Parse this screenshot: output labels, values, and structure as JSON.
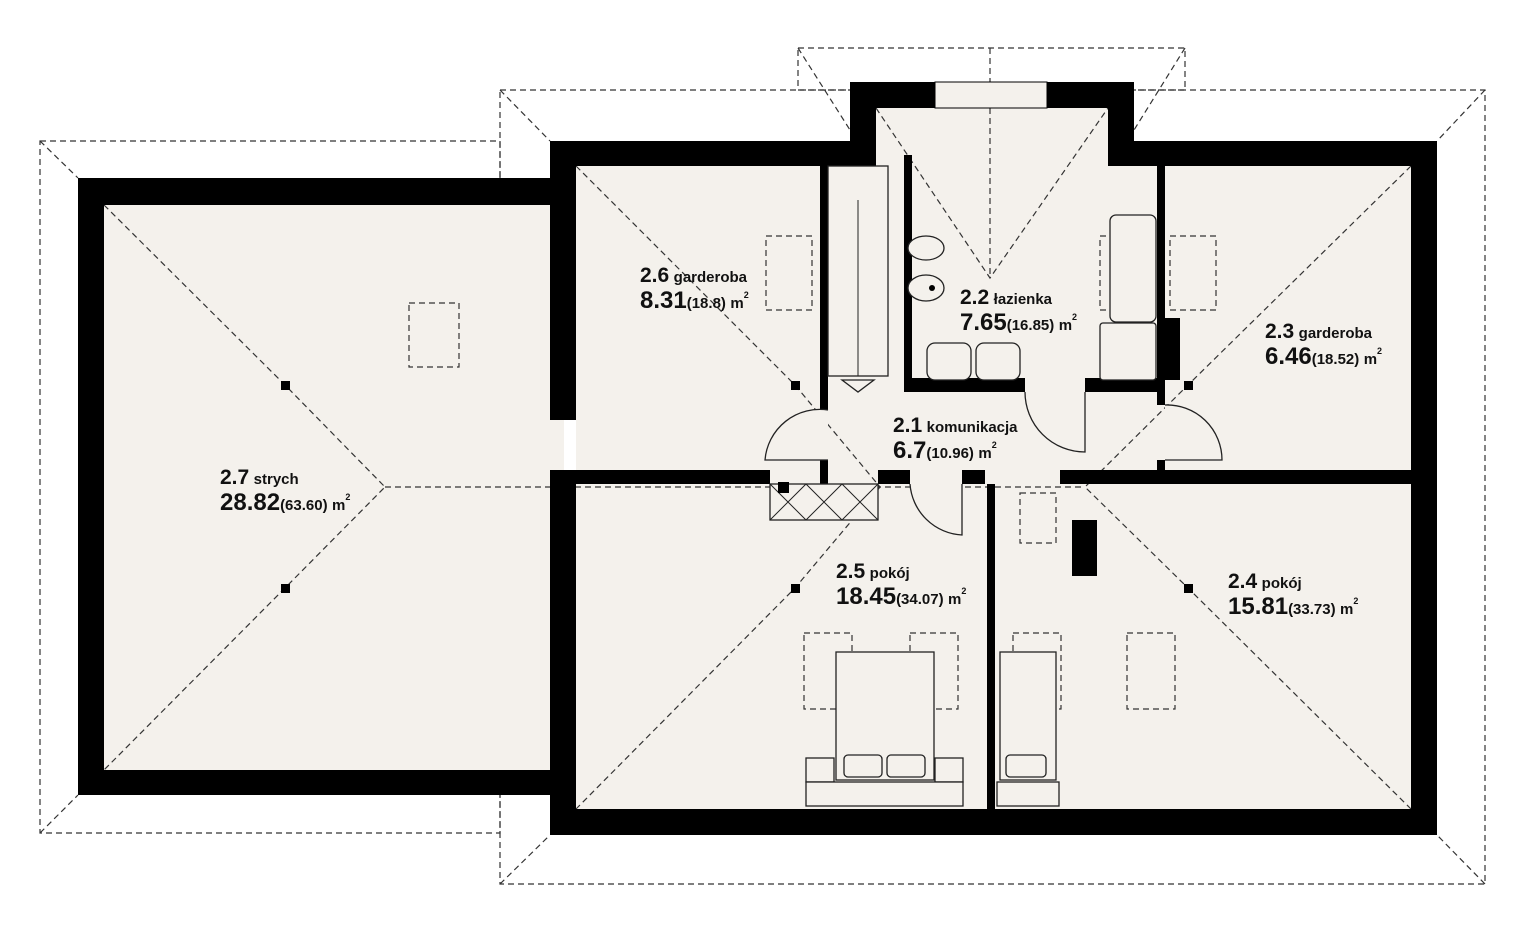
{
  "rooms": [
    {
      "id": "2.7",
      "name": "strych",
      "area": "28.82",
      "total": "(63.60)",
      "unit": "m",
      "sup": "2"
    },
    {
      "id": "2.6",
      "name": "garderoba",
      "area": "8.31",
      "total": "(18.8)",
      "unit": "m",
      "sup": "2"
    },
    {
      "id": "2.2",
      "name": "łazienka",
      "area": "7.65",
      "total": "(16.85)",
      "unit": "m",
      "sup": "2"
    },
    {
      "id": "2.3",
      "name": "garderoba",
      "area": "6.46",
      "total": "(18.52)",
      "unit": "m",
      "sup": "2"
    },
    {
      "id": "2.1",
      "name": "komunikacja",
      "area": "6.7",
      "total": "(10.96)",
      "unit": "m",
      "sup": "2"
    },
    {
      "id": "2.5",
      "name": "pokój",
      "area": "18.45",
      "total": "(34.07)",
      "unit": "m",
      "sup": "2"
    },
    {
      "id": "2.4",
      "name": "pokój",
      "area": "15.81",
      "total": "(33.73)",
      "unit": "m",
      "sup": "2"
    }
  ]
}
